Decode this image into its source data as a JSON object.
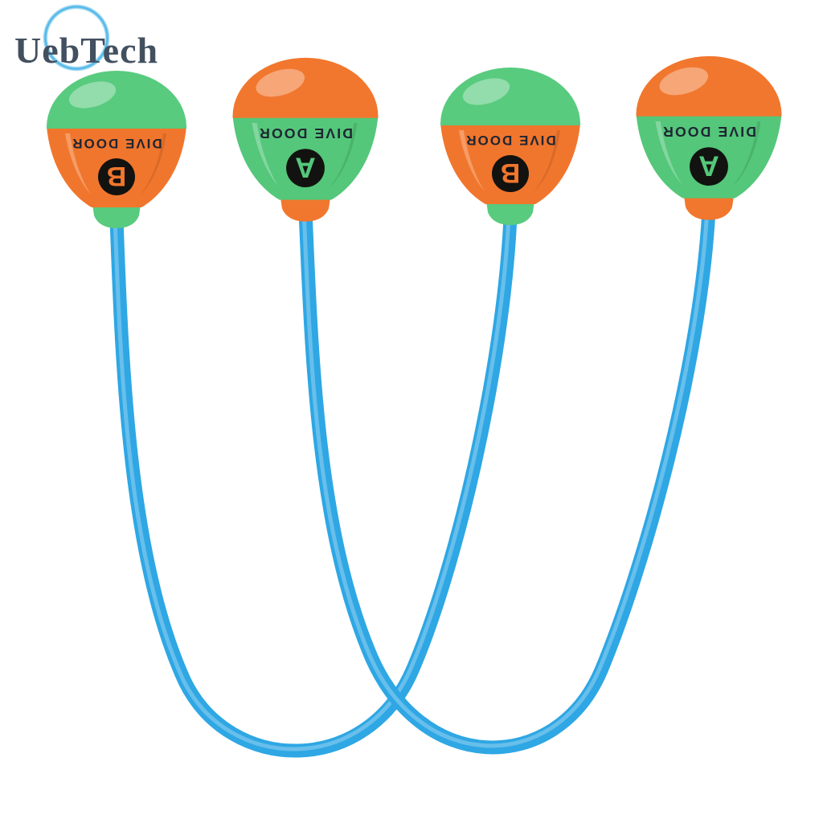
{
  "watermark": {
    "brand": "UebTech"
  },
  "product": {
    "label_text": "DIVE DOOR",
    "label_color": "#202633",
    "badge_color": "#121210",
    "cord_color": "#2ea7e4",
    "background": "#ffffff",
    "buoys": [
      {
        "letter": "B",
        "dome_color": "#58cb7e",
        "cone_color": "#f1762d"
      },
      {
        "letter": "A",
        "dome_color": "#f1772e",
        "cone_color": "#54c77a"
      },
      {
        "letter": "B",
        "dome_color": "#58cb7e",
        "cone_color": "#f1762d"
      },
      {
        "letter": "A",
        "dome_color": "#f1772e",
        "cone_color": "#54c77a"
      }
    ]
  }
}
